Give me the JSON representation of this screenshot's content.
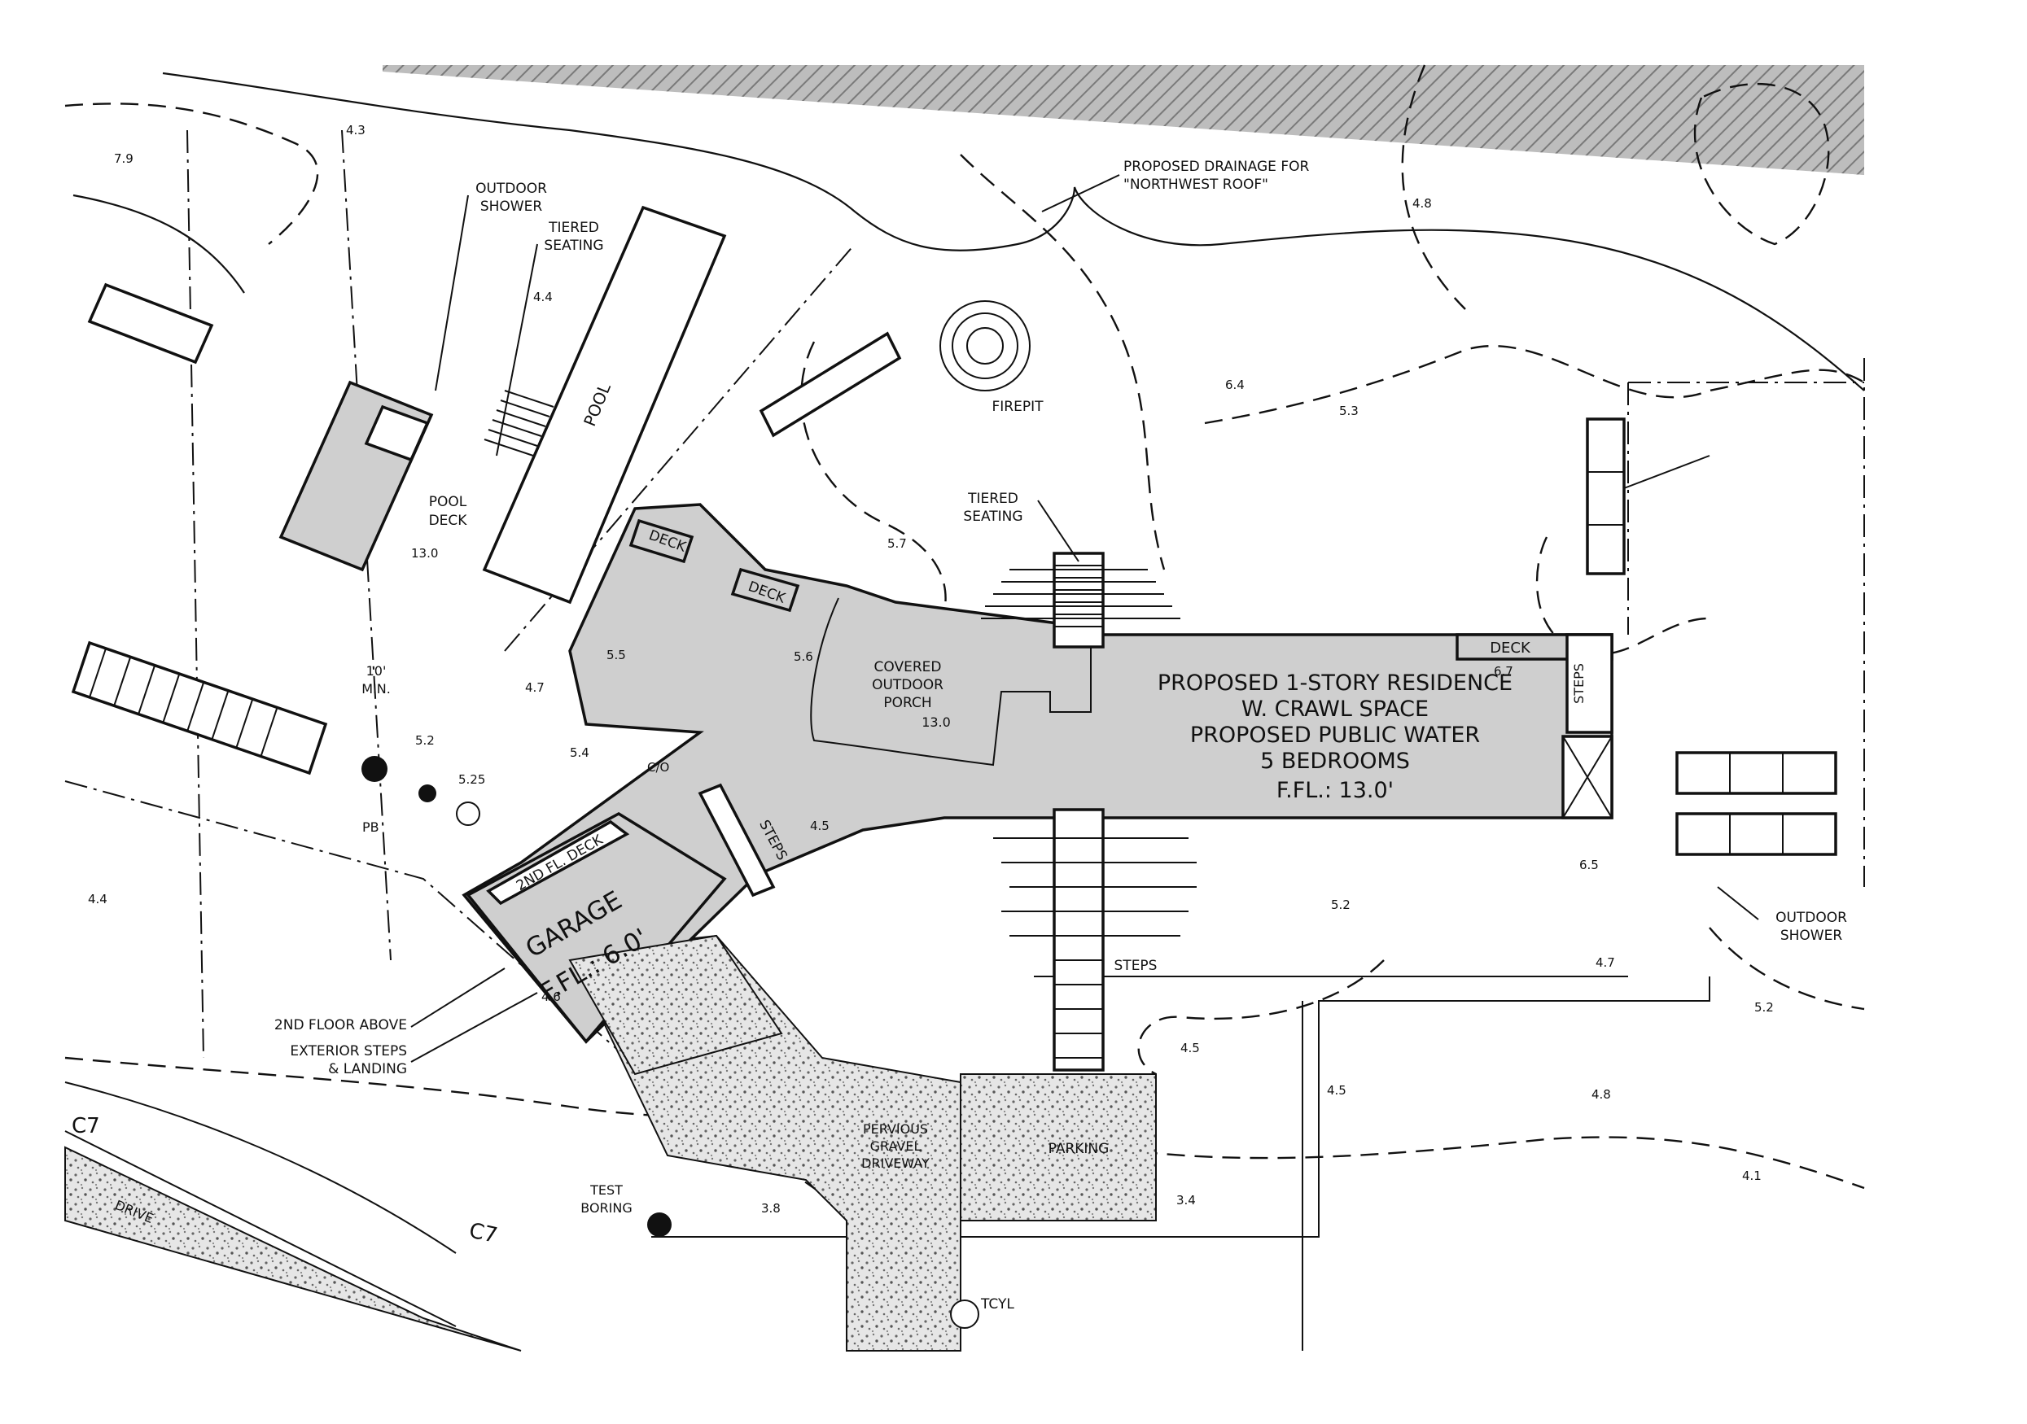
{
  "labels": {
    "residence_line1": "PROPOSED 1-STORY RESIDENCE",
    "residence_line2": "W. CRAWL SPACE",
    "residence_line3": "PROPOSED PUBLIC WATER",
    "residence_line4": "5 BEDROOMS",
    "residence_ffl": "F.FL.: 13.0'",
    "garage": "GARAGE",
    "garage_ffl": "F.FL.: 6.0'",
    "pool": "POOL",
    "pool_deck_1": "POOL",
    "pool_deck_2": "DECK",
    "covered_porch_1": "COVERED",
    "covered_porch_2": "OUTDOOR",
    "covered_porch_3": "PORCH",
    "porch_elev": "13.0",
    "firepit": "FIREPIT",
    "tiered_seating_top_1": "TIERED",
    "tiered_seating_top_2": "SEATING",
    "tiered_seating_mid_1": "TIERED",
    "tiered_seating_mid_2": "SEATING",
    "outdoor_shower_left_1": "OUTDOOR",
    "outdoor_shower_left_2": "SHOWER",
    "outdoor_shower_right_1": "OUTDOOR",
    "outdoor_shower_right_2": "SHOWER",
    "drainage_1": "PROPOSED DRAINAGE FOR",
    "drainage_2": "\"NORTHWEST ROOF\"",
    "deck_1": "DECK",
    "deck_2": "DECK",
    "deck_3": "DECK",
    "deck_2nd": "2ND FL. DECK",
    "steps_garage": "STEPS",
    "steps_east": "STEPS",
    "steps_south": "STEPS",
    "min_1": "10'",
    "min_2": "MIN.",
    "second_floor": "2ND FLOOR ABOVE",
    "ext_steps_1": "EXTERIOR STEPS",
    "ext_steps_2": "& LANDING",
    "pervious_1": "PERVIOUS",
    "pervious_2": "GRAVEL",
    "pervious_3": "DRIVEWAY",
    "parking": "PARKING",
    "test_boring_1": "TEST",
    "test_boring_2": "BORING",
    "tcyl": "TCYL",
    "c7_left": "C7",
    "c7_bottom": "C7",
    "drive": "DRIVE",
    "pb": "PB",
    "co": "C/O"
  },
  "spot_elevations": [
    "4.3",
    "7.9",
    "4.8",
    "4.4",
    "6.4",
    "5.3",
    "5.7",
    "5.5",
    "5.4",
    "5.2",
    "5.25",
    "4.7",
    "4.5",
    "4.4",
    "4.6",
    "5.2",
    "6.5",
    "4.7",
    "5.2",
    "4.5",
    "4.5",
    "4.8",
    "4.1",
    "3.4",
    "3.8",
    "6.7",
    "13.0",
    "5.6"
  ],
  "colors": {
    "building_fill": "#cfcfcf",
    "line": "#111111",
    "hatch_band": "#9a9a9a"
  }
}
